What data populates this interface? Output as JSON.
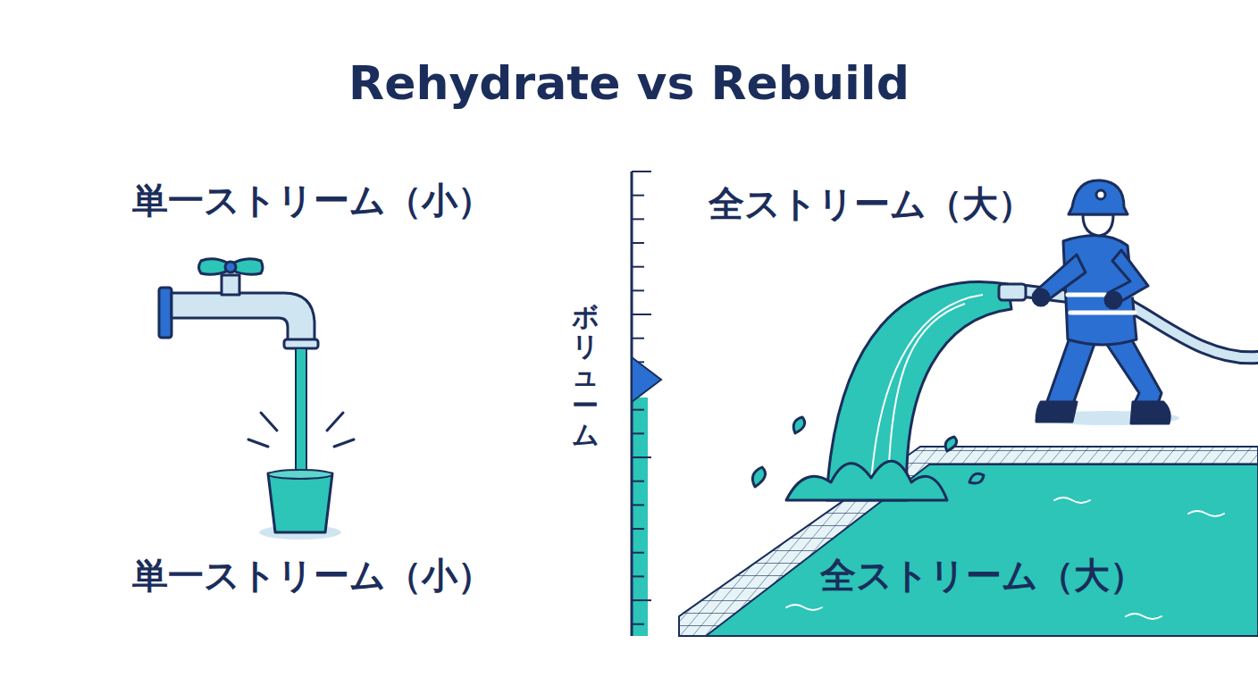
{
  "diagram": {
    "title": "Rehydrate vs Rebuild",
    "labels": [
      "単一ストリーム（小）",
      "全ストリーム（大）",
      "ボリューム",
      "単一ストリーム（小）",
      "全ストリーム（大）"
    ]
  }
}
